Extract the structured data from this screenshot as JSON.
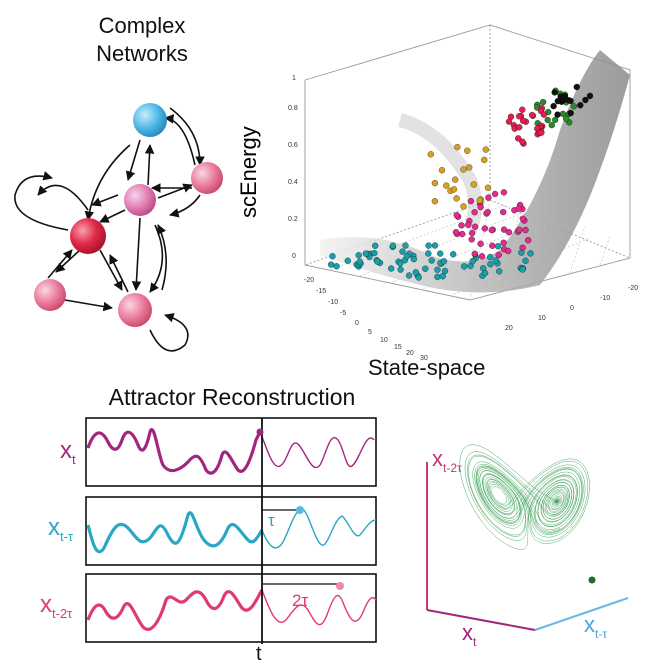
{
  "networks": {
    "title_line1": "Complex",
    "title_line2": "Networks",
    "colors": {
      "cyan": "#49b6e6",
      "pink": "#e8789a",
      "red": "#e02845",
      "magenta": "#e07ab0"
    }
  },
  "plot3d": {
    "zlabel": "scEnergy",
    "xlabel": "State-space",
    "z_ticks": [
      "0",
      "0.2",
      "0.4",
      "0.6",
      "0.8",
      "1"
    ],
    "x_ticks": [
      "-20",
      "-15",
      "-10",
      "-5",
      "0",
      "5",
      "10",
      "15",
      "20",
      "30"
    ],
    "y_ticks": [
      "-20",
      "-10",
      "0",
      "10",
      "20"
    ],
    "cluster_colors": [
      "#1a9fa8",
      "#e02c8c",
      "#d9a020",
      "#2a8a2a",
      "#111111",
      "#e02050"
    ]
  },
  "attractor": {
    "title": "Attractor Reconstruction",
    "series": [
      {
        "label": "x",
        "sub": "t",
        "color": "#a3267e"
      },
      {
        "label": "x",
        "sub": "t-τ",
        "color": "#2aa7c4"
      },
      {
        "label": "x",
        "sub": "t-2τ",
        "color": "#e03a72"
      }
    ],
    "tau_label": "τ",
    "tau2_label": "2τ",
    "t_label": "t",
    "axis3d": {
      "z_label": "x",
      "z_sub": "t-2τ",
      "x_label": "x",
      "x_sub": "t",
      "y_label": "x",
      "y_sub": "t-τ",
      "curve_color": "#2e9a4a"
    }
  }
}
